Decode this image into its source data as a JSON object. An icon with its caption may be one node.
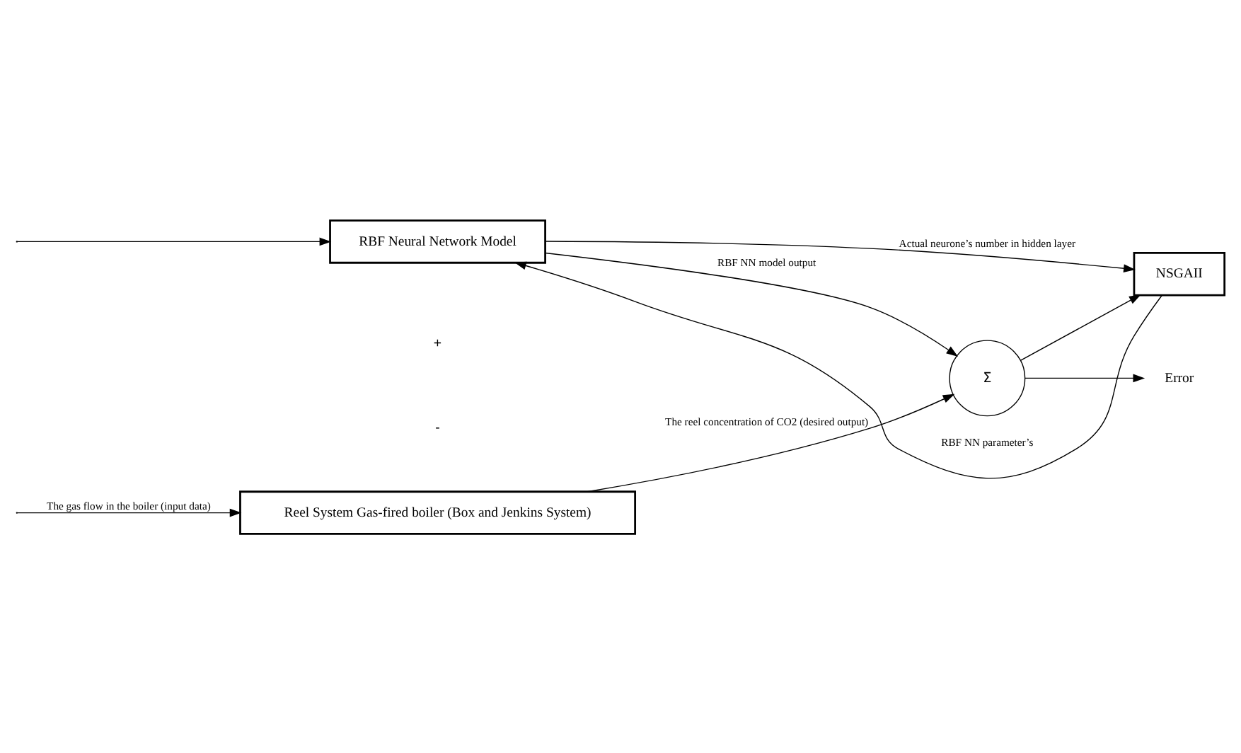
{
  "diagram": {
    "nodes": [
      {
        "text": [
          "Reel System Gas-fired boiler (Box and Jenkins System)"
        ]
      },
      {
        "text": [
          "Σ"
        ]
      },
      {
        "text": [
          "Error"
        ]
      },
      {
        "text": [
          "RBF Neural Network Model"
        ]
      },
      {
        "text": [
          "NSGAII"
        ]
      }
    ],
    "edges": [
      {
        "from": null,
        "to": 0,
        "arrow": "to",
        "label": "The gas flow in the boiler (input data)"
      },
      {
        "from": null,
        "to": 3,
        "arrow": "to"
      },
      {
        "from": 0,
        "to": 1,
        "arrow": "to",
        "label": "The reel concentration of CO2 (desired output)"
      },
      {
        "from": 3,
        "to": 1,
        "arrow": "to",
        "label": "RBF NN model output"
      },
      {
        "from": 1,
        "to": 2,
        "arrow": "to"
      },
      {
        "from": 1,
        "to": 4,
        "arrow": "to"
      },
      {
        "from": 3,
        "to": 4,
        "arrow": "to",
        "label": "Actual neurone’s number in hidden layer"
      },
      {
        "from": 4,
        "to": 3,
        "arrow": "to",
        "label": "RBF NN parameter’s"
      }
    ],
    "labels": [
      "+",
      "-"
    ]
  }
}
